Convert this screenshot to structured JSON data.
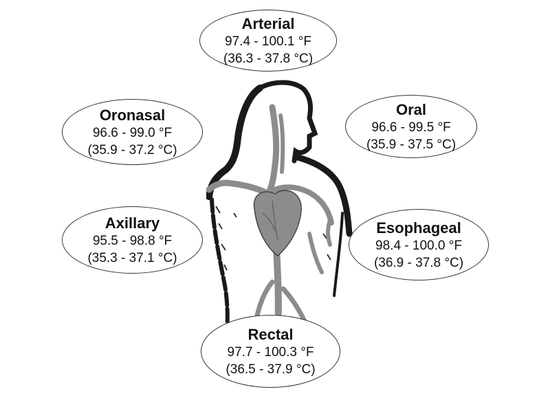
{
  "colors": {
    "background": "#ffffff",
    "ink": "#111111",
    "vessel_gray": "#8c8c8c",
    "body_black": "#1a1a1a"
  },
  "sites": {
    "arterial": {
      "name": "Arterial",
      "fahrenheit": "97.4 - 100.1 °F",
      "celsius": "(36.3 - 37.8 °C)"
    },
    "oronasal": {
      "name": "Oronasal",
      "fahrenheit": "96.6 - 99.0 °F",
      "celsius": "(35.9 - 37.2 °C)"
    },
    "oral": {
      "name": "Oral",
      "fahrenheit": "96.6 - 99.5 °F",
      "celsius": "(35.9 - 37.5 °C)"
    },
    "axillary": {
      "name": "Axillary",
      "fahrenheit": "95.5 - 98.8 °F",
      "celsius": "(35.3 - 37.1 °C)"
    },
    "esophageal": {
      "name": "Esophageal",
      "fahrenheit": "98.4 - 100.0 °F",
      "celsius": "(36.9 - 37.8 °C)"
    },
    "rectal": {
      "name": "Rectal",
      "fahrenheit": "97.7 - 100.3 °F",
      "celsius": "(36.5 - 37.9 °C)"
    }
  }
}
